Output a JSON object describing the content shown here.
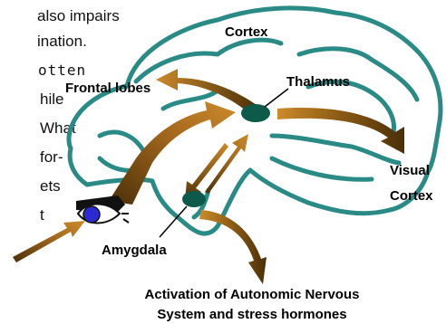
{
  "labels": {
    "cortex": "Cortex",
    "thalamus": "Thalamus",
    "frontal_lobes": "Frontal lobes",
    "visual_cortex_line1": "Visual",
    "visual_cortex_line2": "Cortex",
    "amygdala": "Amygdala",
    "ans_line1": "Activation of Autonomic Nervous",
    "ans_line2": "System and stress hormones"
  },
  "background_text": {
    "line1": "also impairs",
    "line2": "ination.",
    "line3": "otten",
    "line4": "hile",
    "line5": "What",
    "line6": "for-",
    "line7": "ets",
    "line8": "t"
  },
  "colors": {
    "brain_outline": "#2a8a86",
    "nucleus": "#0e5a4a",
    "arrow_dark": "#4a2f08",
    "arrow_light": "#cc8a2a",
    "eye_iris": "#2a2ad0",
    "text": "#000000"
  }
}
